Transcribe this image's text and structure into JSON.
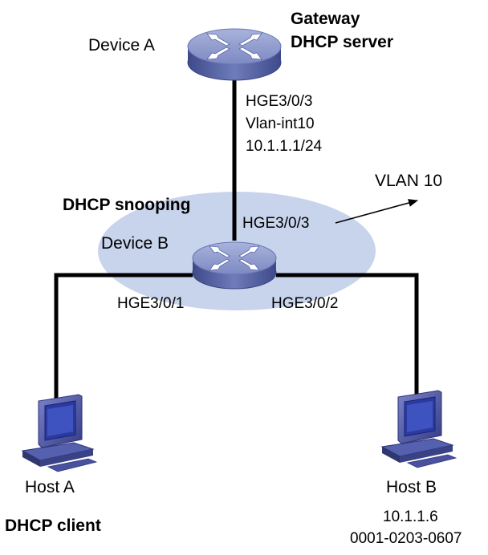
{
  "device_a": {
    "name": "Device A",
    "role_line1": "Gateway",
    "role_line2": "DHCP server",
    "port": "HGE3/0/3",
    "vlan_interface": "Vlan-int10",
    "ip": "10.1.1.1/24",
    "icon": "router-icon"
  },
  "device_b": {
    "name": "Device B",
    "role": "DHCP snooping",
    "uplink_port": "HGE3/0/3",
    "port_left": "HGE3/0/1",
    "port_right": "HGE3/0/2",
    "icon": "switch-icon"
  },
  "vlan": {
    "label": "VLAN 10"
  },
  "host_a": {
    "name": "Host A",
    "role": "DHCP client",
    "icon": "computer-icon"
  },
  "host_b": {
    "name": "Host B",
    "ip": "10.1.1.6",
    "mac": "0001-0203-0607",
    "icon": "computer-icon"
  },
  "colors": {
    "device_top": "#8a96c8",
    "device_side": "#4b5a9c",
    "vlan_area": "#c8d3ec",
    "link": "#000000",
    "host_body": "#4a52a0",
    "host_screen": "#2a3aa0"
  }
}
